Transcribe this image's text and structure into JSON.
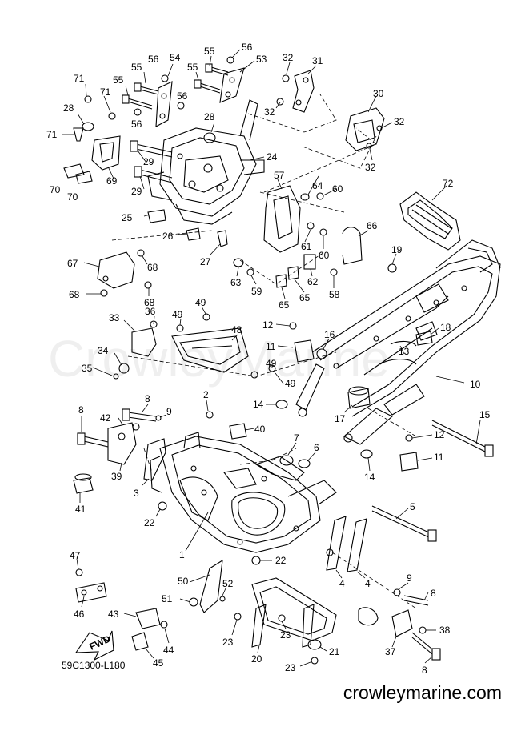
{
  "watermark": "CrowleyMarine",
  "diagram_code": "59C1300-L180",
  "footer_url": "crowleymarine.com",
  "fwd_label": "FWD",
  "callouts": [
    {
      "id": "c56a",
      "text": "56"
    },
    {
      "id": "c53",
      "text": "53"
    },
    {
      "id": "c55a",
      "text": "55"
    },
    {
      "id": "c56b",
      "text": "56"
    },
    {
      "id": "c54",
      "text": "54"
    },
    {
      "id": "c55b",
      "text": "55"
    },
    {
      "id": "c55c",
      "text": "55"
    },
    {
      "id": "c55d",
      "text": "55"
    },
    {
      "id": "c56c",
      "text": "56"
    },
    {
      "id": "c56d",
      "text": "56"
    },
    {
      "id": "c71a",
      "text": "71"
    },
    {
      "id": "c71b",
      "text": "71"
    },
    {
      "id": "c71c",
      "text": "71"
    },
    {
      "id": "c28a",
      "text": "28"
    },
    {
      "id": "c28b",
      "text": "28"
    },
    {
      "id": "c32a",
      "text": "32"
    },
    {
      "id": "c31",
      "text": "31"
    },
    {
      "id": "c32b",
      "text": "32"
    },
    {
      "id": "c30",
      "text": "30"
    },
    {
      "id": "c32c",
      "text": "32"
    },
    {
      "id": "c32d",
      "text": "32"
    },
    {
      "id": "c24",
      "text": "24"
    },
    {
      "id": "c29a",
      "text": "29"
    },
    {
      "id": "c29b",
      "text": "29"
    },
    {
      "id": "c69",
      "text": "69"
    },
    {
      "id": "c70a",
      "text": "70"
    },
    {
      "id": "c70b",
      "text": "70"
    },
    {
      "id": "c57",
      "text": "57"
    },
    {
      "id": "c64",
      "text": "64"
    },
    {
      "id": "c60a",
      "text": "60"
    },
    {
      "id": "c72",
      "text": "72"
    },
    {
      "id": "c25",
      "text": "25"
    },
    {
      "id": "c26",
      "text": "26"
    },
    {
      "id": "c27",
      "text": "27"
    },
    {
      "id": "c66",
      "text": "66"
    },
    {
      "id": "c61",
      "text": "61"
    },
    {
      "id": "c60b",
      "text": "60"
    },
    {
      "id": "c19",
      "text": "19"
    },
    {
      "id": "c67",
      "text": "67"
    },
    {
      "id": "c68a",
      "text": "68"
    },
    {
      "id": "c68b",
      "text": "68"
    },
    {
      "id": "c68c",
      "text": "68"
    },
    {
      "id": "c63",
      "text": "63"
    },
    {
      "id": "c59",
      "text": "59"
    },
    {
      "id": "c62",
      "text": "62"
    },
    {
      "id": "c58",
      "text": "58"
    },
    {
      "id": "c65a",
      "text": "65"
    },
    {
      "id": "c65b",
      "text": "65"
    },
    {
      "id": "c36",
      "text": "36"
    },
    {
      "id": "c49a",
      "text": "49"
    },
    {
      "id": "c49b",
      "text": "49"
    },
    {
      "id": "c33",
      "text": "33"
    },
    {
      "id": "c48",
      "text": "48"
    },
    {
      "id": "c12a",
      "text": "12"
    },
    {
      "id": "c18",
      "text": "18"
    },
    {
      "id": "c16",
      "text": "16"
    },
    {
      "id": "c11a",
      "text": "11"
    },
    {
      "id": "c13",
      "text": "13"
    },
    {
      "id": "c34",
      "text": "34"
    },
    {
      "id": "c35",
      "text": "35"
    },
    {
      "id": "c49c",
      "text": "49"
    },
    {
      "id": "c49d",
      "text": "49"
    },
    {
      "id": "c10",
      "text": "10"
    },
    {
      "id": "c14a",
      "text": "14"
    },
    {
      "id": "c8a",
      "text": "8"
    },
    {
      "id": "c2",
      "text": "2"
    },
    {
      "id": "c9a",
      "text": "9"
    },
    {
      "id": "c8b",
      "text": "8"
    },
    {
      "id": "c42",
      "text": "42"
    },
    {
      "id": "c17",
      "text": "17"
    },
    {
      "id": "c15",
      "text": "15"
    },
    {
      "id": "c40",
      "text": "40"
    },
    {
      "id": "c12b",
      "text": "12"
    },
    {
      "id": "c7",
      "text": "7"
    },
    {
      "id": "c6",
      "text": "6"
    },
    {
      "id": "c11b",
      "text": "11"
    },
    {
      "id": "c39",
      "text": "39"
    },
    {
      "id": "c3",
      "text": "3"
    },
    {
      "id": "c14b",
      "text": "14"
    },
    {
      "id": "c41",
      "text": "41"
    },
    {
      "id": "c5",
      "text": "5"
    },
    {
      "id": "c22a",
      "text": "22"
    },
    {
      "id": "c1",
      "text": "1"
    },
    {
      "id": "c22b",
      "text": "22"
    },
    {
      "id": "c47",
      "text": "47"
    },
    {
      "id": "c4a",
      "text": "4"
    },
    {
      "id": "c4b",
      "text": "4"
    },
    {
      "id": "c50",
      "text": "50"
    },
    {
      "id": "c52",
      "text": "52"
    },
    {
      "id": "c46",
      "text": "46"
    },
    {
      "id": "c9b",
      "text": "9"
    },
    {
      "id": "c51",
      "text": "51"
    },
    {
      "id": "c8c",
      "text": "8"
    },
    {
      "id": "c43",
      "text": "43"
    },
    {
      "id": "c23a",
      "text": "23"
    },
    {
      "id": "c23b",
      "text": "23"
    },
    {
      "id": "c38",
      "text": "38"
    },
    {
      "id": "c44",
      "text": "44"
    },
    {
      "id": "c21",
      "text": "21"
    },
    {
      "id": "c37",
      "text": "37"
    },
    {
      "id": "c45",
      "text": "45"
    },
    {
      "id": "c20",
      "text": "20"
    },
    {
      "id": "c23c",
      "text": "23"
    },
    {
      "id": "c8d",
      "text": "8"
    }
  ]
}
